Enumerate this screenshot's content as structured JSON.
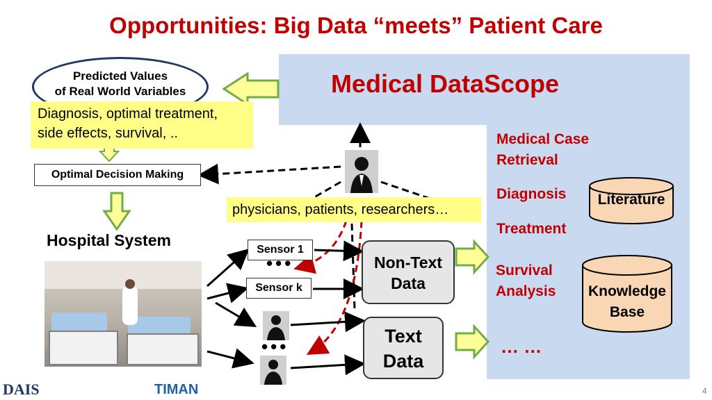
{
  "title": "Opportunities: Big Data “meets” Patient Care",
  "datascope": {
    "title": "Medical DataScope",
    "items": [
      "Medical Case Retrieval",
      "Diagnosis",
      "Treatment",
      "Survival Analysis",
      "… …"
    ]
  },
  "predicted": {
    "line1": "Predicted Values",
    "line2": "of Real World Variables"
  },
  "note_diagnosis": {
    "line1": "Diagnosis, optimal treatment,",
    "line2": "side effects, survival, .."
  },
  "decision_label": "Optimal Decision Making",
  "hospital_label": "Hospital System",
  "users_label": "physicians, patients, researchers…",
  "sensors": [
    "Sensor 1",
    "Sensor k"
  ],
  "ellipsis": "•••",
  "nontext_data": {
    "line1": "Non-Text",
    "line2": "Data"
  },
  "text_data": {
    "line1": "Text",
    "line2": "Data"
  },
  "databases": {
    "literature": "Literature",
    "kb_line1": "Knowledge",
    "kb_line2": "Base"
  },
  "footer": {
    "logo1": "DAIS",
    "logo2": "TIMAN",
    "page": "4"
  },
  "icons": [
    "person-icon",
    "database-icon",
    "arrow-icon"
  ],
  "colors": {
    "title_red": "#c00000",
    "panel_blue": "#c9daf0",
    "note_yellow": "#ffff88",
    "arrow_green": "#70ad47",
    "arrow_fill": "#ffff99",
    "db_fill": "#fad7b4"
  }
}
